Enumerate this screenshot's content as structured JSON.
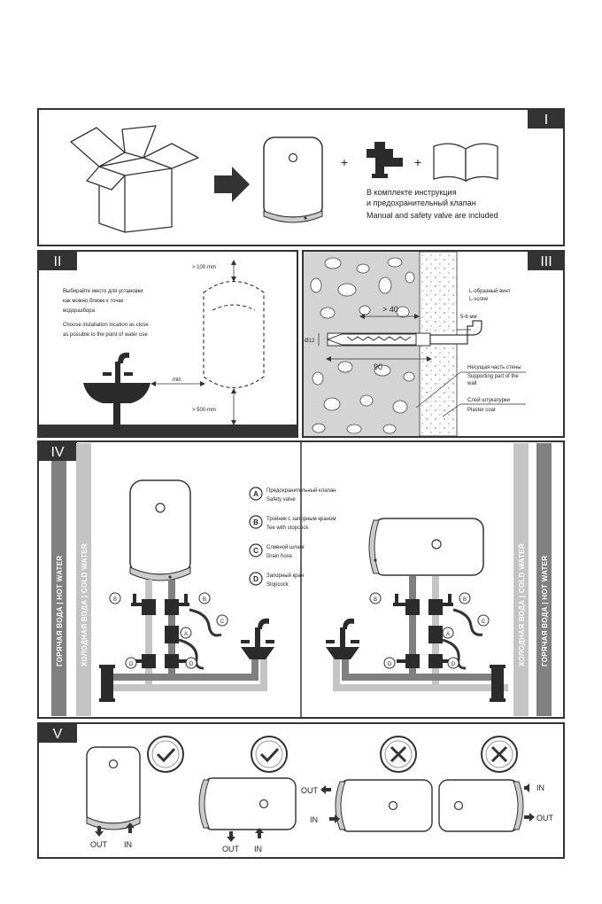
{
  "sections": {
    "s1": {
      "roman": "I",
      "ru_line1": "В комплекте инструкция",
      "ru_line2": "и предохранительный клапан",
      "en_line": "Manual and safety valve are included"
    },
    "s2": {
      "roman": "II",
      "top_gap": "> 100 mm",
      "bottom_gap": "> 500 mm",
      "min": "min",
      "ru_line1": "Выбирайте место для установки",
      "ru_line2": "как можно ближе к точке",
      "ru_line3": "водоразбора",
      "en_line1": "Choose installation location as close",
      "en_line2": "as possible to the point of water use"
    },
    "s3": {
      "roman": "III",
      "screw_ru": "L-образный винт",
      "screw_en": "L-screw",
      "gap": "5-6 мм",
      "depth": "> 40",
      "diameter": "Ø12",
      "length": "90",
      "wall_ru": "Несущая часть стены",
      "wall_en1": "Supporting part of the",
      "wall_en2": "wall",
      "plaster_ru": "Слой штукатурки",
      "plaster_en": "Plaster coat"
    },
    "s4": {
      "roman": "IV",
      "hot_water": "ГОРЯЧАЯ ВОДА  |  HOT WATER",
      "cold_water": "ХОЛОДНАЯ ВОДА  |  COLD WATER",
      "legend": [
        {
          "letter": "A",
          "ru": "Предохранительный клапан",
          "en": "Safety valve"
        },
        {
          "letter": "B",
          "ru": "Тройник с запорным краном",
          "en": "Tee with stopcock"
        },
        {
          "letter": "C",
          "ru": "Сливной шланг",
          "en": "Drain hose"
        },
        {
          "letter": "D",
          "ru": "Запорный кран",
          "en": "Stopcock"
        }
      ]
    },
    "s5": {
      "roman": "V",
      "out": "OUT",
      "in": "IN"
    }
  },
  "colors": {
    "frame": "#333333",
    "hot_pipe": "#808080",
    "cold_pipe": "#c4c4c4",
    "dark": "#2b2b2b"
  }
}
